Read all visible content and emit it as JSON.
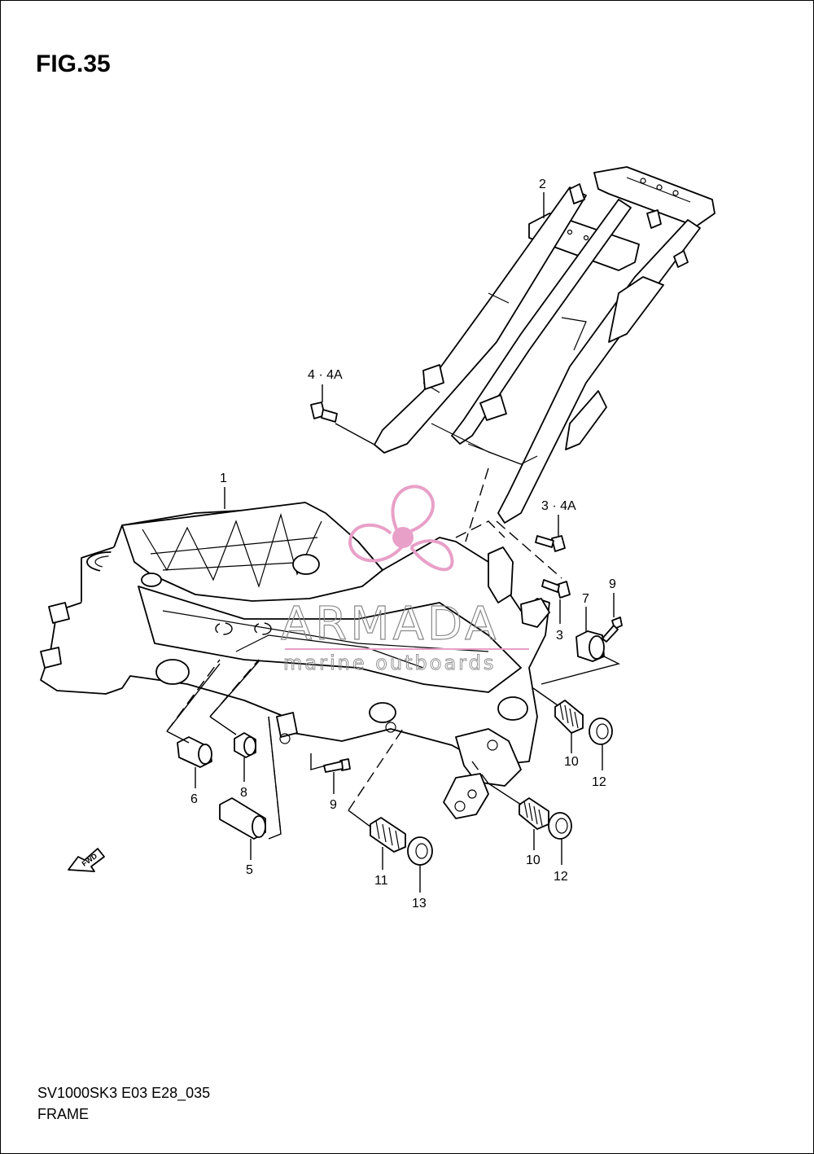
{
  "figure": {
    "title": "FIG.35",
    "model_code": "SV1000SK3 E03 E28_035",
    "name": "FRAME"
  },
  "callouts": {
    "c1": "1",
    "c2": "2",
    "c3a": "3 · 4A",
    "c3b": "3",
    "c44a": "4 · 4A",
    "c5": "5",
    "c6": "6",
    "c7": "7",
    "c8": "8",
    "c9a": "9",
    "c9b": "9",
    "c10a": "10",
    "c10b": "10",
    "c11": "11",
    "c12a": "12",
    "c12b": "12",
    "c13": "13"
  },
  "direction_badge": "FWD",
  "watermark": {
    "brand": "ARMADA",
    "tagline": "marine outboards",
    "accent_color": "#e8a0c8",
    "line_color": "#8a8a8a"
  }
}
